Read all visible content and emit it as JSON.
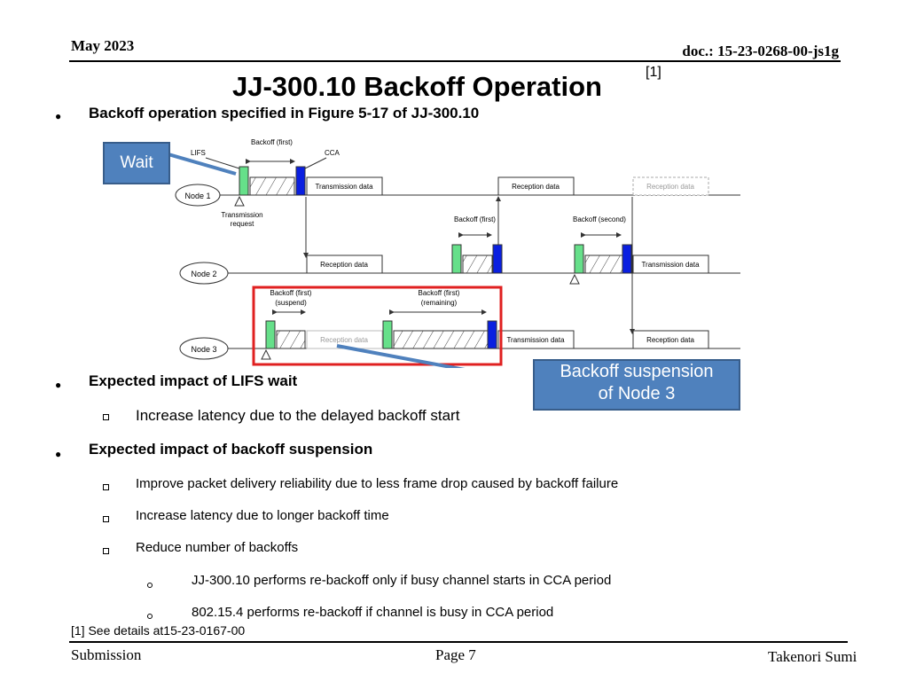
{
  "header": {
    "date": "May 2023",
    "doc": "doc.: 15-23-0268-00-js1g"
  },
  "title": "JJ-300.10 Backoff Operation",
  "title_ref": "[1]",
  "bullets": {
    "b1": "Backoff operation specified in Figure 5-17 of JJ-300.10",
    "b2": "Expected impact of LIFS wait",
    "b2_sub1": "Increase latency due to the delayed backoff start",
    "b3": "Expected impact of backoff suspension",
    "b3_sub1": "Improve packet delivery reliability due to less frame drop caused by backoff failure",
    "b3_sub2": "Increase latency due to longer backoff time",
    "b3_sub3": "Reduce number of backoffs",
    "b3_sub3_a": "JJ-300.10 performs re-backoff only if busy channel starts in CCA period",
    "b3_sub3_b": "802.15.4 performs re-backoff if channel is busy in CCA period"
  },
  "callouts": {
    "wait": "Wait",
    "suspension_line1": "Backoff suspension",
    "suspension_line2": "of Node 3"
  },
  "figure": {
    "nodes": [
      "Node 1",
      "Node 2",
      "Node 3"
    ],
    "lifs": "LIFS",
    "cca": "CCA",
    "backoff_first": "Backoff (first)",
    "backoff_second": "Backoff (second)",
    "backoff_first_open": "Backoff (first)",
    "suspend": "(suspend)",
    "remaining": "(remaining)",
    "transmission_data": "Transmission data",
    "reception_data": "Reception data",
    "transmission_request_1": "Transmission",
    "transmission_request_2": "request"
  },
  "footnote": "[1] See details at15-23-0167-00",
  "footer": {
    "left": "Submission",
    "center": "Page 7",
    "right": "Takenori Sumi"
  },
  "colors": {
    "lifs_green": "#66e08a",
    "cca_blue": "#0a1fe0",
    "highlight_red": "#e02020",
    "callout_blue": "#4f81bd"
  }
}
